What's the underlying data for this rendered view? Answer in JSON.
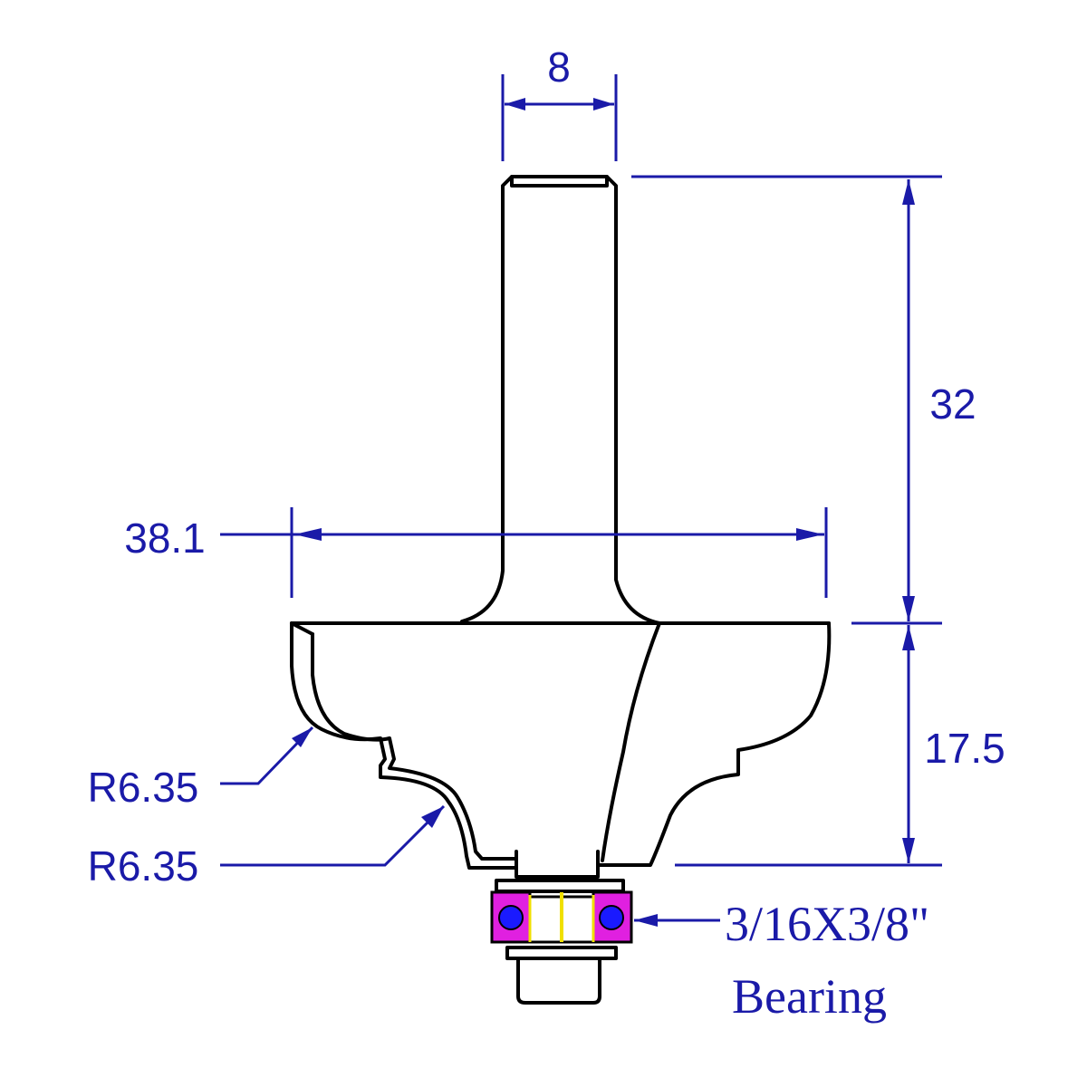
{
  "dimensions": {
    "shank_diameter": "8",
    "shank_length": "32",
    "cutting_diameter": "38.1",
    "cutting_height": "17.5",
    "radius_upper": "R6.35",
    "radius_lower": "R6.35"
  },
  "bearing": {
    "size": "3/16X3/8\"",
    "label": "Bearing"
  },
  "colors": {
    "dimension": "#1a1aa8",
    "outline": "#000000",
    "bearing_race": "#e020e0",
    "bearing_ball": "#1a1aff",
    "bearing_accent": "#f0e000"
  }
}
